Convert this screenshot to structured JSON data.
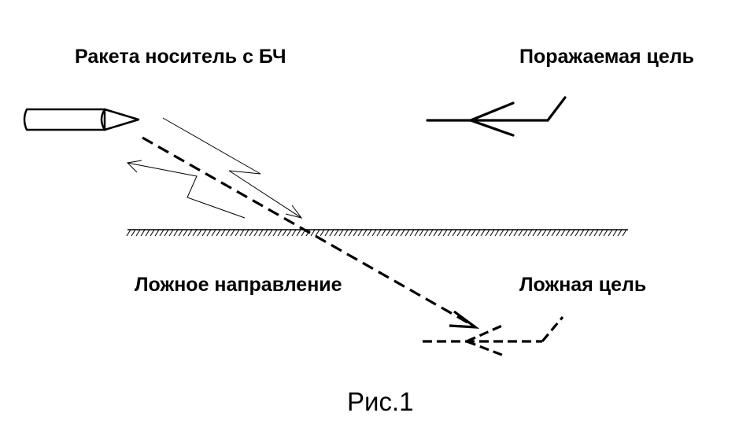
{
  "labels": {
    "carrier_rocket": "Ракета носитель с БЧ",
    "target": "Поражаемая цель",
    "false_direction": "Ложное направление",
    "false_target": "Ложная цель"
  },
  "caption": "Рис.1",
  "colors": {
    "ink": "#000000",
    "background": "#ffffff"
  }
}
